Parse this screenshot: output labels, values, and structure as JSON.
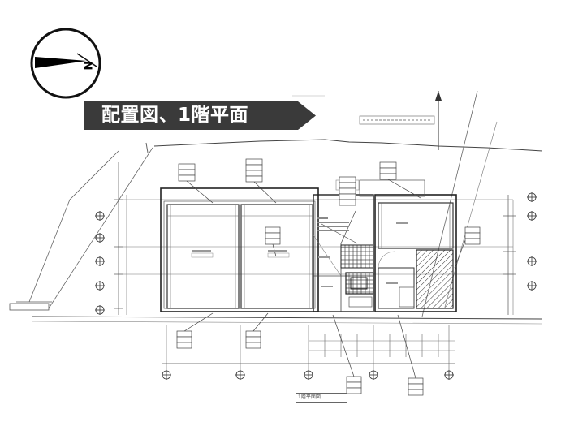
{
  "title": {
    "text": "配置図、1階平面",
    "bg_color": "#3a3a3a",
    "text_color": "#ffffff"
  },
  "compass": {
    "north_label": "N",
    "pointer_color": "#000000"
  },
  "plan_caption": "1階平面図"
}
